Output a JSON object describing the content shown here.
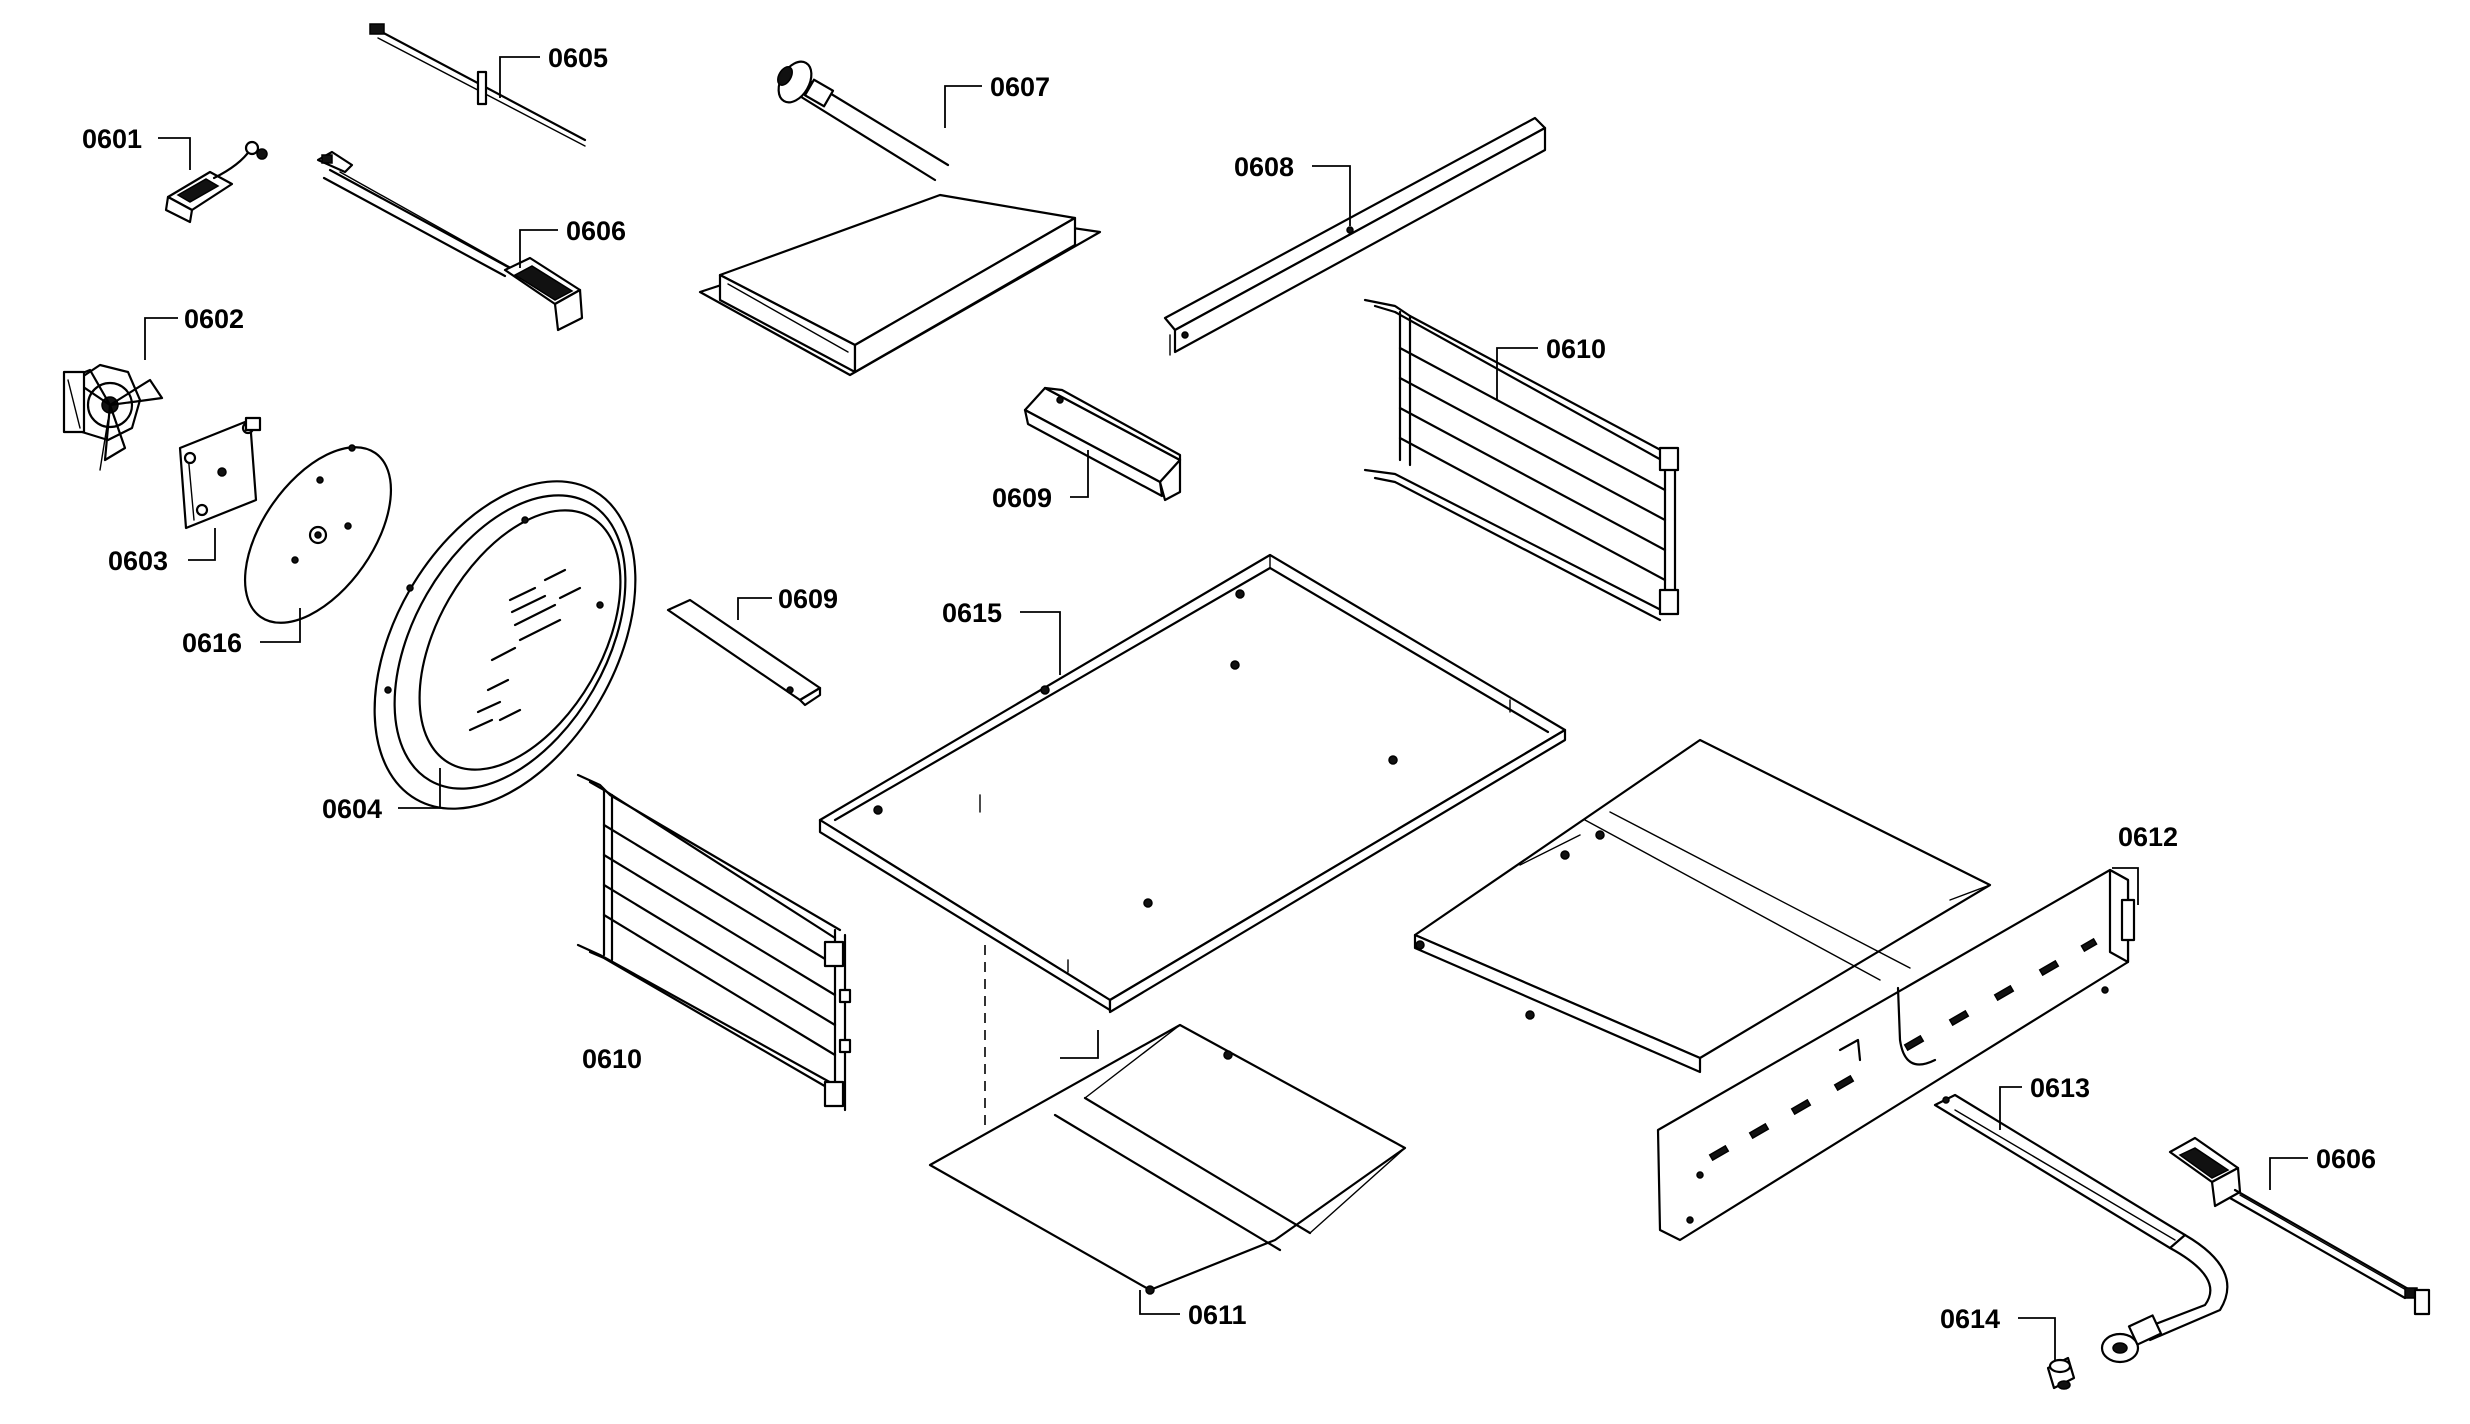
{
  "callouts": {
    "c0601": "0601",
    "c0602": "0602",
    "c0603": "0603",
    "c0604": "0604",
    "c0605": "0605",
    "c0606a": "0606",
    "c0606b": "0606",
    "c0607": "0607",
    "c0608": "0608",
    "c0609a": "0609",
    "c0609b": "0609",
    "c0610a": "0610",
    "c0610b": "0610",
    "c0611": "0611",
    "c0612": "0612",
    "c0613": "0613",
    "c0614": "0614",
    "c0615": "0615",
    "c0616": "0616"
  }
}
